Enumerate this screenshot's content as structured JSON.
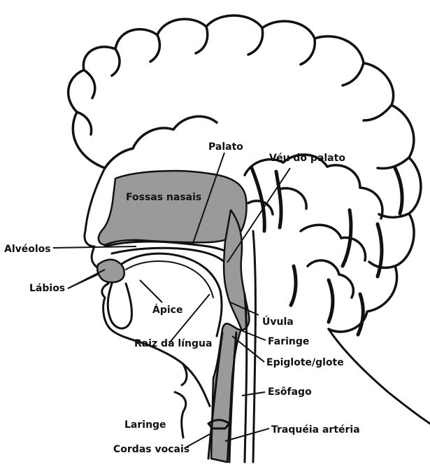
{
  "diagram": {
    "labels": {
      "palato": "Palato",
      "veu_do_palato": "Véu do palato",
      "fossas_nasais": "Fossas nasais",
      "alveolos": "Alvéolos",
      "labios": "Lábios",
      "apice": "Ápice",
      "uvula": "Úvula",
      "faringe": "Faringe",
      "raiz_da_lingua": "Raiz da língua",
      "epiglote_glote": "Epiglote/glote",
      "esofago": "Esôfago",
      "laringe": "Laringe",
      "traqueia_arteria": "Traquéia artéria",
      "cordas_vocais": "Cordas vocais"
    },
    "colors": {
      "ink": "#111111",
      "cavity_fill": "#9a9a9a",
      "background": "#ffffff"
    }
  }
}
